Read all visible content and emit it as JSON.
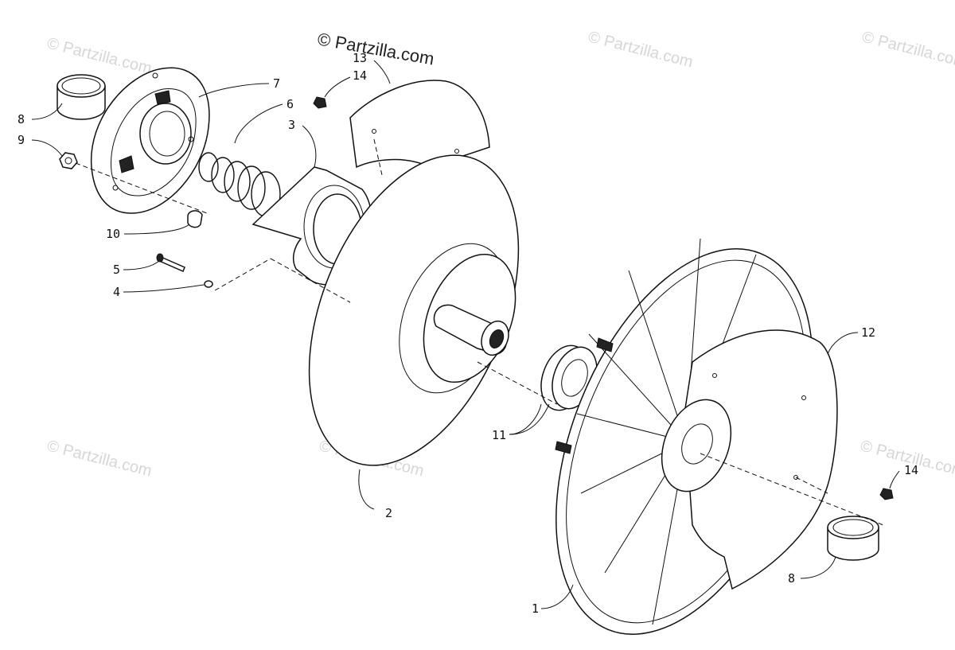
{
  "watermarks": {
    "main": "© Partzilla.com",
    "faint": "© Partzilla.com"
  },
  "callouts": {
    "c1": "1",
    "c2": "2",
    "c3": "3",
    "c4": "4",
    "c5": "5",
    "c6": "6",
    "c7": "7",
    "c8a": "8",
    "c8b": "8",
    "c9": "9",
    "c10": "10",
    "c11": "11",
    "c12": "12",
    "c13": "13",
    "c14a": "14",
    "c14b": "14"
  }
}
